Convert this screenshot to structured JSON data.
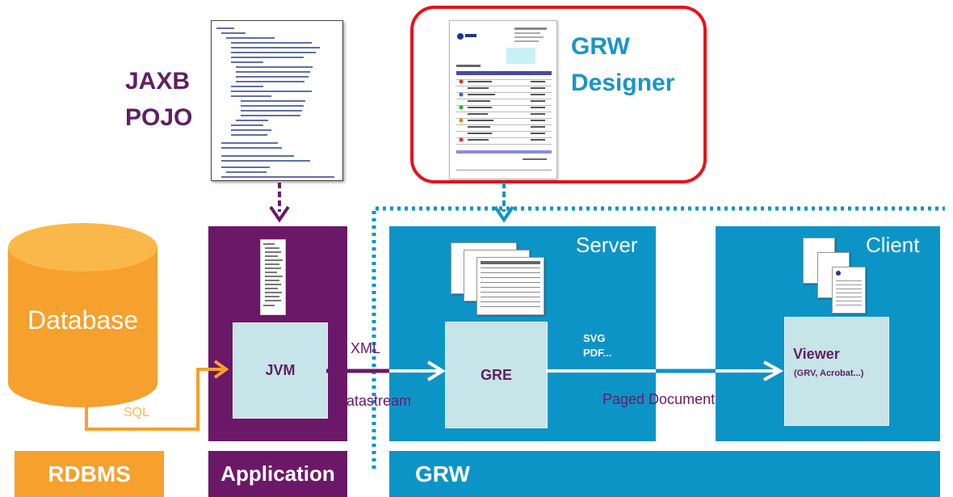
{
  "jaxb_pojo": {
    "line1": "JAXB",
    "line2": "POJO"
  },
  "designer": {
    "line1": "GRW",
    "line2": "Designer"
  },
  "database": {
    "label": "Database"
  },
  "sql": {
    "label": "SQL"
  },
  "application": {
    "jvm_label": "JVM",
    "band_label": "Application"
  },
  "flows": {
    "xml": "XML",
    "datastream": "Datastream",
    "svg": "SVG",
    "pdf": "PDF...",
    "paged_document": "Paged Document"
  },
  "server": {
    "label": "Server",
    "gre_label": "GRE"
  },
  "client": {
    "label": "Client",
    "viewer_label": "Viewer",
    "viewer_sub": "(GRV, Acrobat...)"
  },
  "bands": {
    "rdbms": "RDBMS",
    "grw": "GRW"
  },
  "colors": {
    "orange": "#f6a02d",
    "purple": "#6b1868",
    "blue": "#0d94c6",
    "light_box": "#c7e4e8",
    "highlight_red": "#e8121b",
    "designer_text": "#1a95c4"
  }
}
